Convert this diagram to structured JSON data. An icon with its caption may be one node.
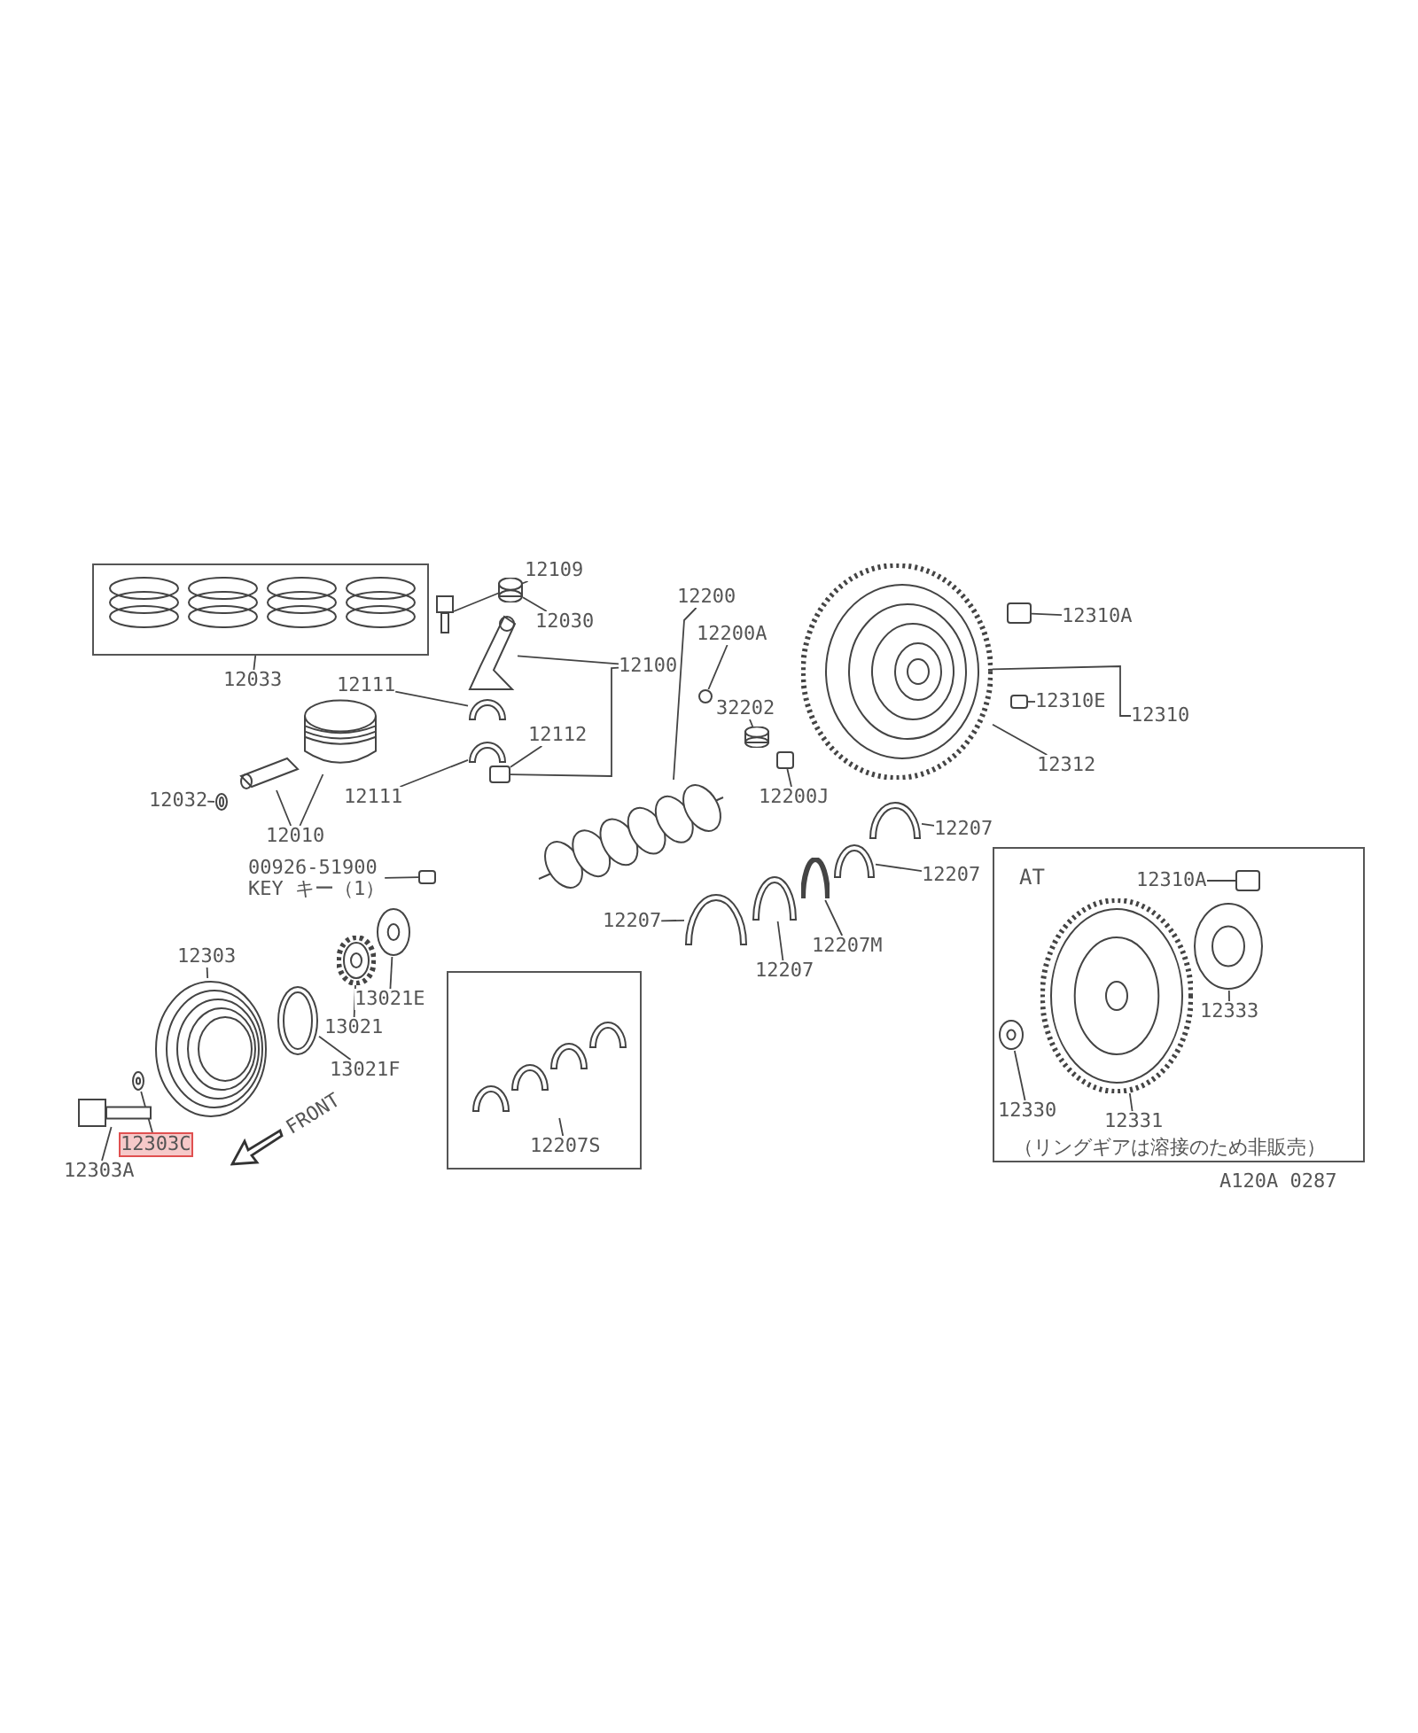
{
  "diagram": {
    "nodes": [
      {
        "text": [],
        "shape": "box"
      },
      {
        "text": [
          "12033"
        ]
      },
      {
        "text": [
          "12109"
        ]
      },
      {
        "text": [],
        "shape": "picture"
      },
      {
        "text": [
          "12030"
        ]
      },
      {
        "text": [],
        "shape": "cylinder"
      },
      {
        "text": [
          "12100"
        ]
      },
      {
        "text": [],
        "shape": "picture"
      },
      {
        "text": [
          "12111"
        ]
      },
      {
        "text": [],
        "shape": "picture"
      },
      {
        "text": [
          "12112"
        ]
      },
      {
        "text": [],
        "shape": "box"
      },
      {
        "text": [
          "12111"
        ]
      },
      {
        "text": [],
        "shape": "picture"
      },
      {
        "text": [
          "12032"
        ]
      },
      {
        "text": [],
        "shape": "picture"
      },
      {
        "text": [],
        "shape": "picture"
      },
      {
        "text": [],
        "shape": "picture"
      },
      {
        "text": [
          "12010"
        ]
      },
      {
        "text": [
          "12200"
        ]
      },
      {
        "text": [],
        "shape": "picture"
      },
      {
        "text": [
          "12200A"
        ]
      },
      {
        "text": [],
        "shape": "circle"
      },
      {
        "text": [
          "32202"
        ]
      },
      {
        "text": [],
        "shape": "cylinder"
      },
      {
        "text": [
          "12200J"
        ]
      },
      {
        "text": [],
        "shape": "box"
      },
      {
        "text": [
          "00926-51900",
          "KEY キー（1）"
        ]
      },
      {
        "text": [],
        "shape": "box"
      },
      {
        "text": [
          "12303"
        ]
      },
      {
        "text": [],
        "shape": "picture"
      },
      {
        "text": [
          "12303A"
        ]
      },
      {
        "text": [],
        "shape": "picture"
      },
      {
        "text": [
          "12303C"
        ]
      },
      {
        "text": [],
        "shape": "picture"
      },
      {
        "text": [
          "13021F"
        ]
      },
      {
        "text": [],
        "shape": "picture"
      },
      {
        "text": [
          "13021"
        ]
      },
      {
        "text": [],
        "shape": "picture"
      },
      {
        "text": [
          "13021E"
        ]
      },
      {
        "text": [],
        "shape": "picture"
      },
      {
        "text": [],
        "shape": "box"
      },
      {
        "text": [],
        "shape": "picture",
        "in": 41
      },
      {
        "text": [
          "12207S"
        ],
        "in": 41
      },
      {
        "text": [
          "12207"
        ]
      },
      {
        "text": [],
        "shape": "picture"
      },
      {
        "text": [
          "12207"
        ]
      },
      {
        "text": [],
        "shape": "picture"
      },
      {
        "text": [
          "12207"
        ]
      },
      {
        "text": [],
        "shape": "picture"
      },
      {
        "text": [
          "12207"
        ]
      },
      {
        "text": [],
        "shape": "picture"
      },
      {
        "text": [
          "12207M"
        ]
      },
      {
        "text": [],
        "shape": "picture"
      },
      {
        "text": [],
        "shape": "picture"
      },
      {
        "text": [
          "12310A"
        ]
      },
      {
        "text": [],
        "shape": "box"
      },
      {
        "text": [
          "12310E"
        ]
      },
      {
        "text": [],
        "shape": "box"
      },
      {
        "text": [
          "12310"
        ]
      },
      {
        "text": [
          "12312"
        ]
      },
      {
        "text": [
          "AT"
        ]
      },
      {
        "text": [
          "12310A"
        ],
        "in": 61
      },
      {
        "text": [],
        "shape": "box",
        "in": 61
      },
      {
        "text": [
          "12333"
        ],
        "in": 61
      },
      {
        "text": [],
        "shape": "picture",
        "in": 61
      },
      {
        "text": [
          "12330"
        ],
        "in": 61
      },
      {
        "text": [],
        "shape": "picture",
        "in": 61
      },
      {
        "text": [
          "12331"
        ],
        "in": 61
      },
      {
        "text": [],
        "shape": "picture",
        "in": 61
      }
    ],
    "edges": [
      {
        "from": 1,
        "to": 0,
        "arrow": "none"
      },
      {
        "from": 2,
        "to": 3,
        "arrow": "none"
      },
      {
        "from": 4,
        "to": 5,
        "arrow": "none"
      },
      {
        "from": 6,
        "to": 7,
        "arrow": "none"
      },
      {
        "from": 6,
        "to": 11,
        "arrow": "none"
      },
      {
        "from": 8,
        "to": 9,
        "arrow": "none"
      },
      {
        "from": 10,
        "to": 11,
        "arrow": "none"
      },
      {
        "from": 12,
        "to": 13,
        "arrow": "none"
      },
      {
        "from": 14,
        "to": 15,
        "arrow": "none"
      },
      {
        "from": 18,
        "to": 16,
        "arrow": "none"
      },
      {
        "from": 18,
        "to": 17,
        "arrow": "none"
      },
      {
        "from": 19,
        "to": 20,
        "arrow": "none"
      },
      {
        "from": 21,
        "to": 22,
        "arrow": "none"
      },
      {
        "from": 23,
        "to": 24,
        "arrow": "none"
      },
      {
        "from": 25,
        "to": 26,
        "arrow": "none"
      },
      {
        "from": 27,
        "to": 28,
        "arrow": "none"
      },
      {
        "from": 29,
        "to": 30,
        "arrow": "none"
      },
      {
        "from": 31,
        "to": 32,
        "arrow": "none"
      },
      {
        "from": 33,
        "to": 34,
        "arrow": "none"
      },
      {
        "from": 35,
        "to": 36,
        "arrow": "none"
      },
      {
        "from": 37,
        "to": 38,
        "arrow": "none"
      },
      {
        "from": 39,
        "to": 40,
        "arrow": "none"
      },
      {
        "from": 43,
        "to": 42,
        "arrow": "none"
      },
      {
        "from": 44,
        "to": 45,
        "arrow": "none"
      },
      {
        "from": 46,
        "to": 47,
        "arrow": "none"
      },
      {
        "from": 48,
        "to": 49,
        "arrow": "none"
      },
      {
        "from": 50,
        "to": 51,
        "arrow": "none"
      },
      {
        "from": 52,
        "to": 53,
        "arrow": "none"
      },
      {
        "from": 55,
        "to": 56,
        "arrow": "none"
      },
      {
        "from": 57,
        "to": 58,
        "arrow": "none"
      },
      {
        "from": 59,
        "to": 54,
        "arrow": "none"
      },
      {
        "from": 60,
        "to": 54,
        "arrow": "none"
      },
      {
        "from": 62,
        "to": 63,
        "arrow": "none"
      },
      {
        "from": 64,
        "to": 65,
        "arrow": "none"
      },
      {
        "from": 66,
        "to": 67,
        "arrow": "none"
      },
      {
        "from": 68,
        "to": 69,
        "arrow": "none"
      }
    ],
    "labels": [
      "FRONT",
      "（リングギアは溶接のため非販売）",
      "A120A 0287"
    ]
  }
}
